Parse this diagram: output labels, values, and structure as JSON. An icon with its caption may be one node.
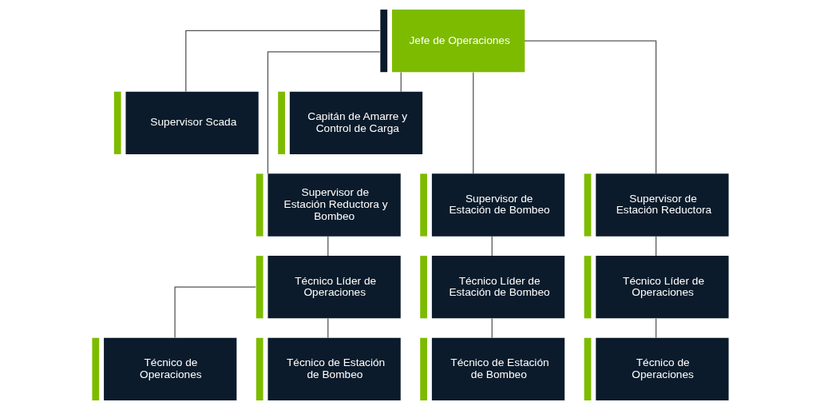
{
  "diagram": {
    "nodes": [
      {
        "text": [
          "Jefe de Operaciones"
        ]
      },
      {
        "text": [
          "Supervisor Scada"
        ]
      },
      {
        "text": [
          "Capitán de Amarre y Control de Carga"
        ]
      },
      {
        "text": [
          "Supervisor de Estación Reductora y Bombeo"
        ]
      },
      {
        "text": [
          "Supervisor de Estación de Bombeo"
        ]
      },
      {
        "text": [
          "Supervisor de Estación Reductora"
        ]
      },
      {
        "text": [
          "Técnico Líder de Operaciones"
        ]
      },
      {
        "text": [
          "Técnico Líder de Estación de Bombeo"
        ]
      },
      {
        "text": [
          "Técnico Líder de Operaciones"
        ]
      },
      {
        "text": [
          "Técnico de Operaciones"
        ]
      },
      {
        "text": [
          "Técnico de Estación de Bombeo"
        ]
      },
      {
        "text": [
          "Técnico de Estación de Bombeo"
        ]
      },
      {
        "text": [
          "Técnico de Operaciones"
        ]
      }
    ],
    "edges": [
      {
        "from": 0,
        "to": 1,
        "arrow": "none"
      },
      {
        "from": 0,
        "to": 2,
        "arrow": "none"
      },
      {
        "from": 0,
        "to": 3,
        "arrow": "none"
      },
      {
        "from": 0,
        "to": 4,
        "arrow": "none"
      },
      {
        "from": 0,
        "to": 5,
        "arrow": "none"
      },
      {
        "from": 3,
        "to": 6,
        "arrow": "none"
      },
      {
        "from": 4,
        "to": 7,
        "arrow": "none"
      },
      {
        "from": 5,
        "to": 8,
        "arrow": "none"
      },
      {
        "from": 6,
        "to": 9,
        "arrow": "none"
      },
      {
        "from": 6,
        "to": 10,
        "arrow": "none"
      },
      {
        "from": 7,
        "to": 11,
        "arrow": "none"
      },
      {
        "from": 8,
        "to": 12,
        "arrow": "none"
      }
    ]
  }
}
